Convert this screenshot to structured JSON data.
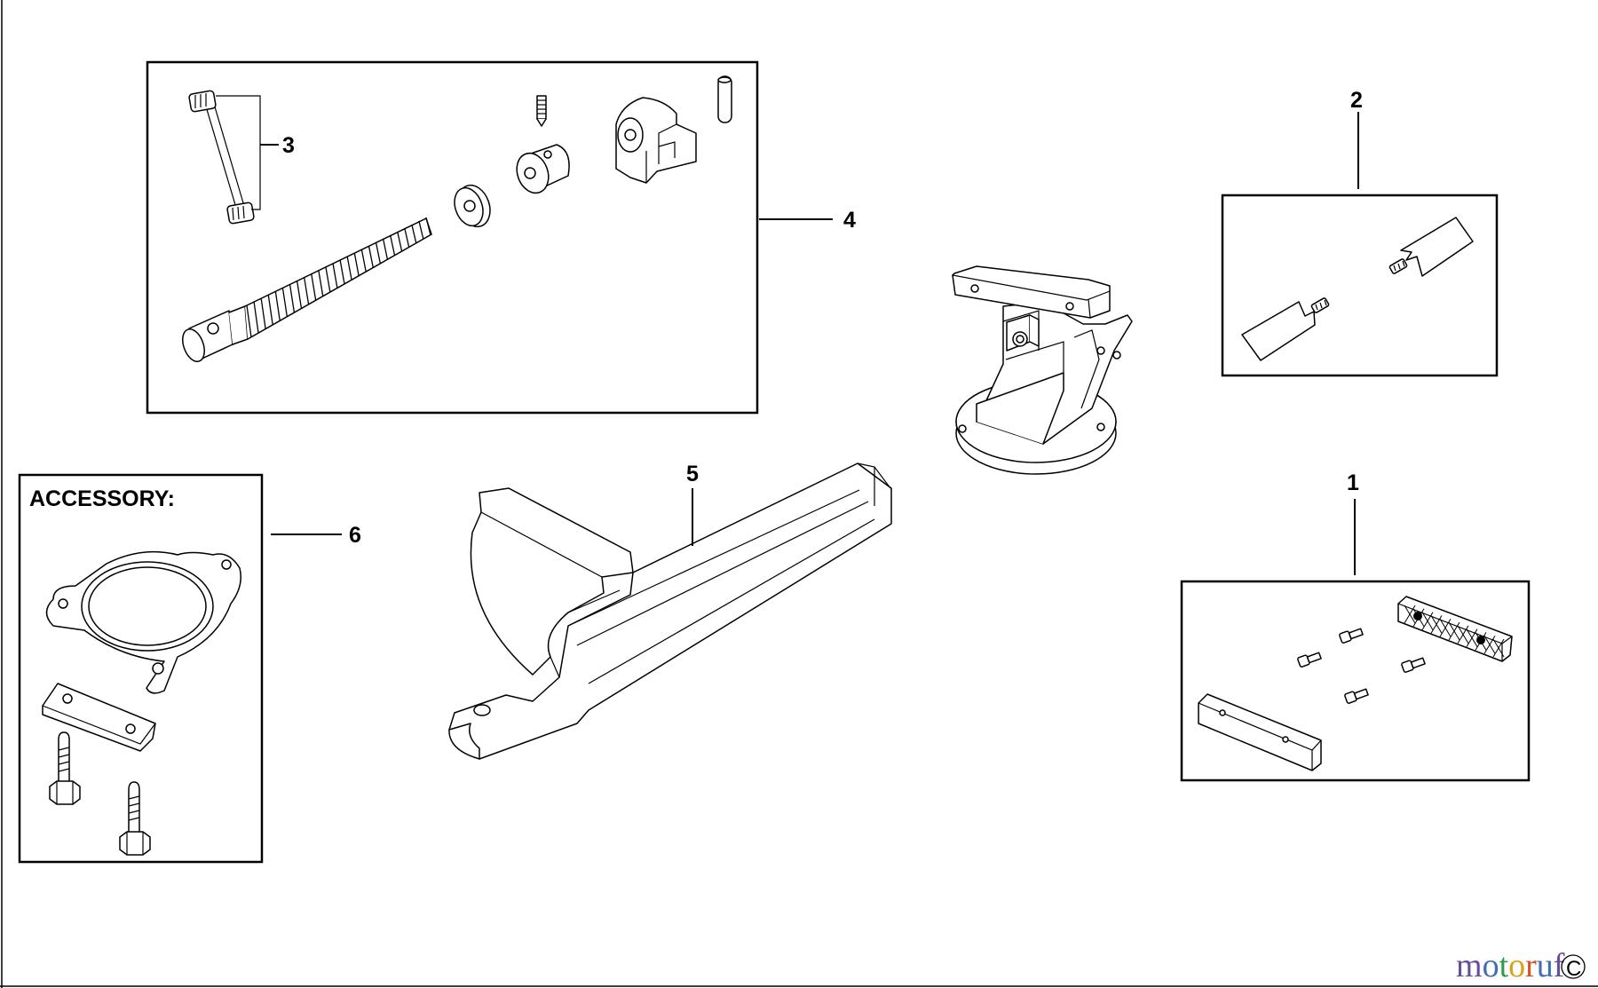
{
  "diagram": {
    "callouts": {
      "c1": "1",
      "c2": "2",
      "c3": "3",
      "c4": "4",
      "c5": "5",
      "c6": "6"
    },
    "accessory_label": "ACCESSORY:",
    "watermark": {
      "brand": "motoruf",
      "letters": [
        "m",
        "o",
        "t",
        "o",
        "r",
        "u",
        "f"
      ],
      "colors": [
        "#6a4c9c",
        "#3f6fb5",
        "#2e9c4f",
        "#d8a21c",
        "#d2532a",
        "#3f6fb5",
        "#6a4c9c"
      ],
      "suffix": "C"
    }
  }
}
